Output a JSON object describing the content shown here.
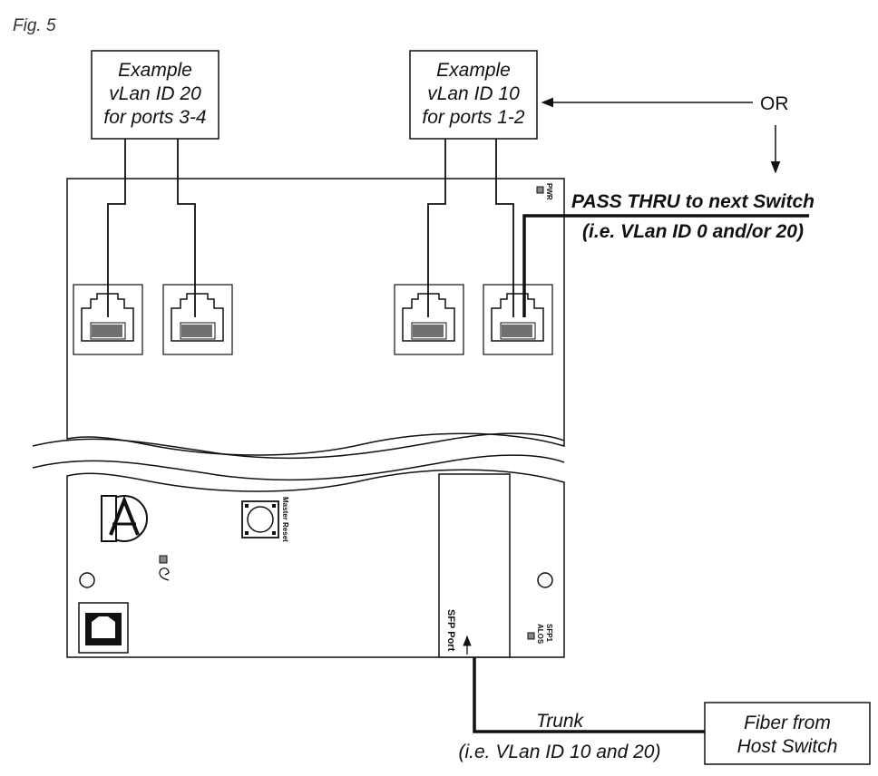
{
  "figure_label": "Fig. 5",
  "boxes": {
    "vlan20": [
      "Example",
      "vLan ID 20",
      "for ports 3-4"
    ],
    "vlan10": [
      "Example",
      "vLan ID 10",
      "for ports 1-2"
    ],
    "fiber": [
      "Fiber from",
      "Host Switch"
    ]
  },
  "labels": {
    "or": "OR",
    "pass_thru": "PASS THRU to next Switch",
    "pass_thru_sub": "(i.e. VLan ID 0 and/or 20)",
    "trunk": "Trunk",
    "trunk_sub": "(i.e. VLan ID 10 and 20)"
  },
  "board_labels": {
    "pwr": "PWR",
    "master_reset": "Master Reset",
    "sfp_port": "SFP Port",
    "sfp1": "SFP1",
    "alos": "ALOS"
  }
}
